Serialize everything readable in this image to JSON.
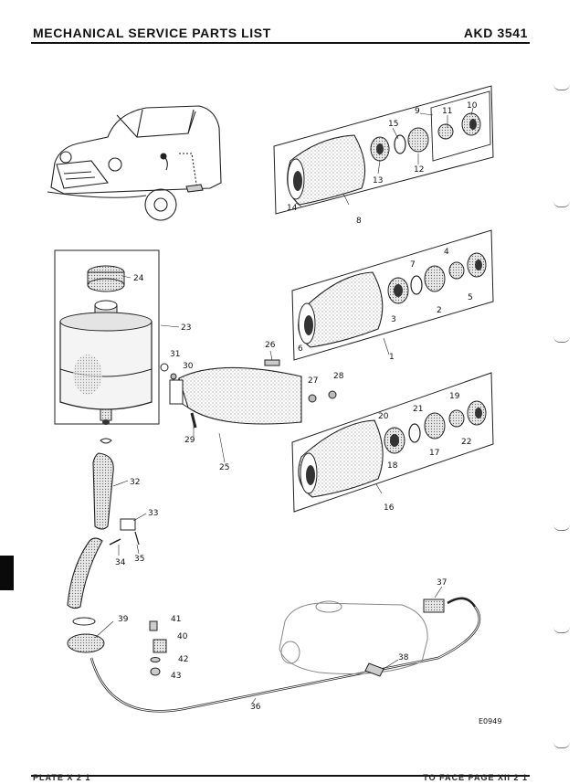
{
  "header": {
    "title": "MECHANICAL SERVICE PARTS LIST",
    "code": "AKD 3541"
  },
  "footer": {
    "left": "PLATE X 2 1",
    "right": "TO FACE PAGE XII 2 1"
  },
  "drawing_code": "E0949",
  "callouts": {
    "c1": "1",
    "c2": "2",
    "c3": "3",
    "c4": "4",
    "c5": "5",
    "c6": "6",
    "c7": "7",
    "c8": "8",
    "c9": "9",
    "c10": "10",
    "c11": "11",
    "c12": "12",
    "c13": "13",
    "c14": "14",
    "c15": "15",
    "c16": "16",
    "c17": "17",
    "c18": "18",
    "c19": "19",
    "c20": "20",
    "c21": "21",
    "c22": "22",
    "c23": "23",
    "c24": "24",
    "c25": "25",
    "c26": "26",
    "c27": "27",
    "c28": "28",
    "c29": "29",
    "c30": "30",
    "c31": "31",
    "c32": "32",
    "c33": "33",
    "c34": "34",
    "c35": "35",
    "c36": "36",
    "c37": "37",
    "c38": "38",
    "c39": "39",
    "c40": "40",
    "c41": "41",
    "c42": "42",
    "c43": "43"
  }
}
